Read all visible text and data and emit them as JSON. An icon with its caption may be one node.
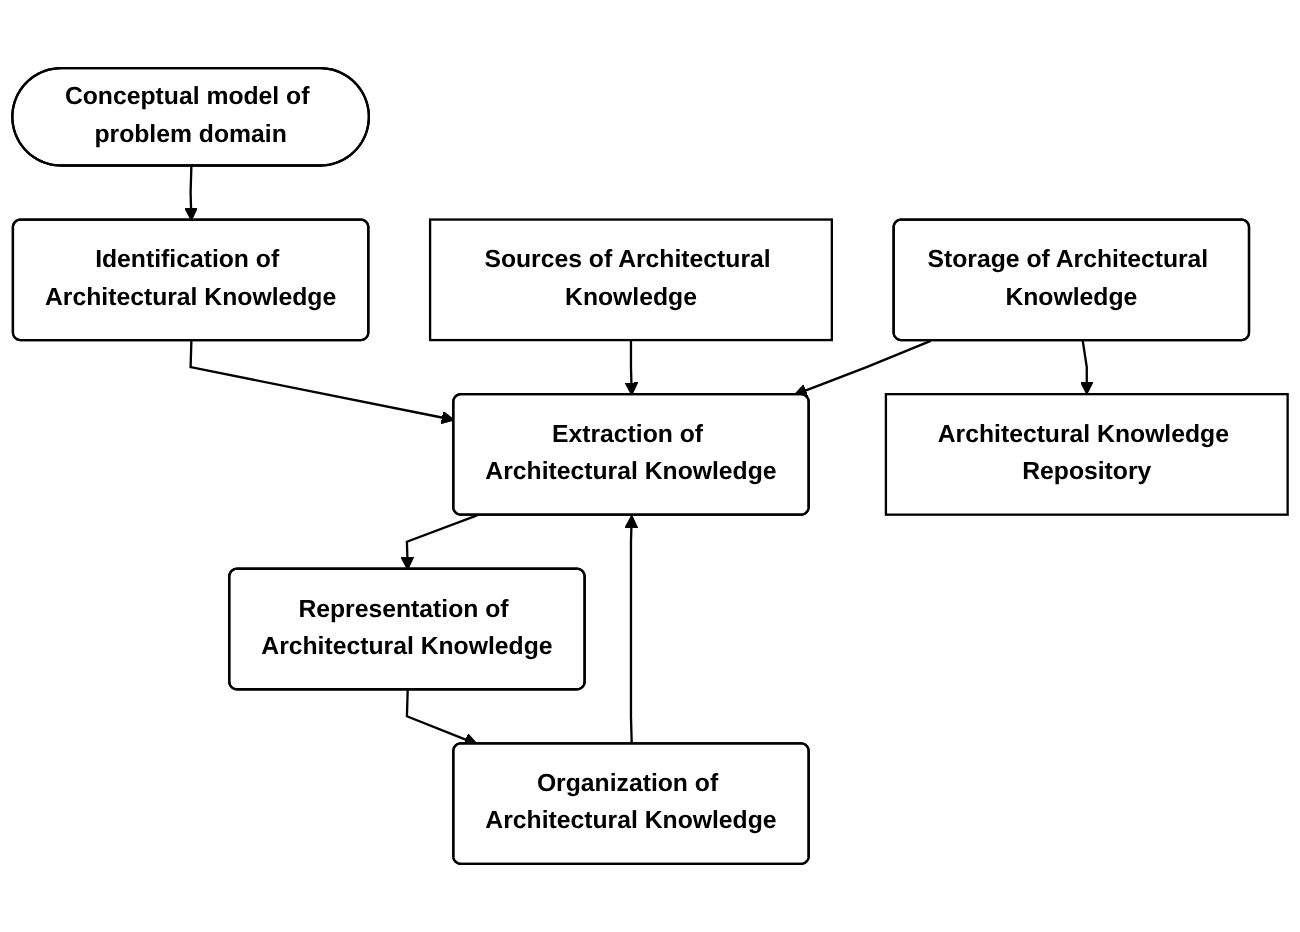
{
  "diagram": {
    "nodes": [
      {
        "text": [
          "Identification of Architectural Knowledge"
        ]
      },
      {
        "text": [
          "Conceptual model of problem domain"
        ]
      },
      {
        "text": [
          "Extraction of Architectural Knowledge"
        ]
      },
      {
        "text": [
          "Sources of Architectural Knowledge"
        ]
      },
      {
        "text": [
          "Representation of Architectural Knowledge"
        ]
      },
      {
        "text": [
          "Organization of Architectural Knowledge"
        ]
      },
      {
        "text": [
          "Storage of Architectural Knowledge"
        ]
      },
      {
        "text": [
          "Architectural Knowledge Repository"
        ]
      }
    ],
    "edges": [
      {
        "from": 1,
        "to": 0,
        "arrow": "to"
      },
      {
        "from": 0,
        "to": 2,
        "arrow": "to"
      },
      {
        "from": 3,
        "to": 2,
        "arrow": "to"
      },
      {
        "from": 2,
        "to": 4,
        "arrow": "to"
      },
      {
        "from": 4,
        "to": 5,
        "arrow": "to"
      },
      {
        "from": 5,
        "to": 2,
        "arrow": "to"
      },
      {
        "from": 6,
        "to": 2,
        "arrow": "to"
      },
      {
        "from": 6,
        "to": 7,
        "arrow": "to"
      }
    ]
  }
}
